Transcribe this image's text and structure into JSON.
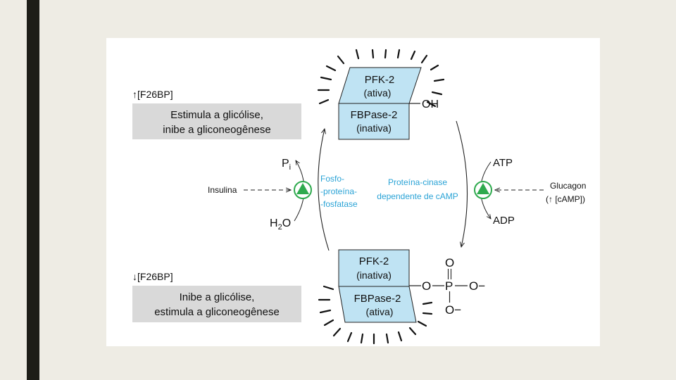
{
  "colors": {
    "box_fill": "#bfe3f3",
    "note_fill": "#d9d9d9",
    "enzyme_text": "#2aa3d6",
    "green_circle": "#2faa4e",
    "slide_bar": "#1d1d17",
    "background": "#eeece4"
  },
  "top": {
    "indicator_arrow": "↑",
    "indicator_label": "[F26BP]",
    "note_line1": "Estimula a glicólise,",
    "note_line2": "inibe a gliconeogênese"
  },
  "bottom": {
    "indicator_arrow": "↓",
    "indicator_label": "[F26BP]",
    "note_line1": "Inibe a glicólise,",
    "note_line2": "estimula a gliconeogênese"
  },
  "enzyme_top": {
    "pfk2_name": "PFK-2",
    "pfk2_state": "(ativa)",
    "fbpase2_name": "FBPase-2",
    "fbpase2_state": "(inativa)",
    "group": "OH"
  },
  "enzyme_bottom": {
    "pfk2_name": "PFK-2",
    "pfk2_state": "(inativa)",
    "fbpase2_name": "FBPase-2",
    "fbpase2_state": "(ativa)",
    "phosphate": {
      "o_top": "O",
      "o_left": "O",
      "p": "P",
      "o_right": "O−",
      "o_bottom": "O−"
    }
  },
  "left_cycle": {
    "pi_main": "P",
    "pi_sub": "i",
    "water_h": "H",
    "water_sub": "2",
    "water_o": "O",
    "insulin": "Insulina",
    "phosphatase_line1": "Fosfo-",
    "phosphatase_line2": "-proteína-",
    "phosphatase_line3": "-fosfatase"
  },
  "right_cycle": {
    "atp": "ATP",
    "adp": "ADP",
    "glucagon": "Glucagon",
    "camp_open": "(",
    "camp_arrow": "↑",
    "camp_label": "[cAMP])",
    "kinase_line1": "Proteína-cinase",
    "kinase_line2": "dependente de cAMP"
  }
}
